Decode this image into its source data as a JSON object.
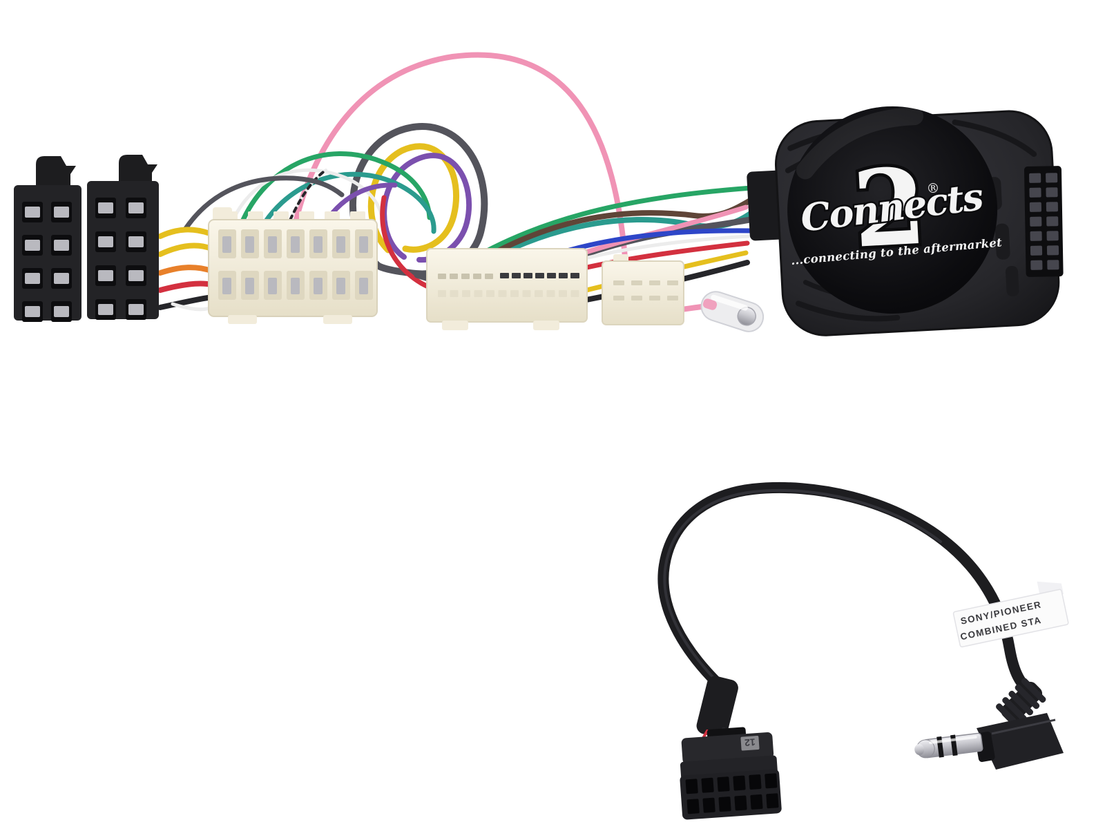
{
  "colors": {
    "background": "#ffffff",
    "wire_pink": "#f093b5",
    "wire_red": "#d3303f",
    "wire_orange": "#e8802a",
    "wire_yellow": "#e5bf1e",
    "wire_green": "#27a565",
    "wire_teal": "#2b9b8e",
    "wire_blue": "#2e46c8",
    "wire_purple": "#7b50ae",
    "wire_gray": "#54545c",
    "wire_brown": "#5f4538",
    "wire_white": "#ececec",
    "wire_black": "#26262a",
    "connector_black": "#232326",
    "connector_cream": "#f2ecdb",
    "connector_cream_dark": "#ded7c0",
    "pin_silver": "#b9b9bf",
    "pin_slot": "#0d0d0f",
    "box_black": "#28282c",
    "box_circle": "#0e0e11",
    "logo_white": "#f4f4f4",
    "label_white": "#fbfbfb",
    "label_text": "#3a3a3e",
    "cable_black": "#1d1d20",
    "jack_silver": "#c6c6cb"
  },
  "interface_box": {
    "brand_script": "Connects",
    "brand_number": "2",
    "registered_mark": "®",
    "tagline": "...connecting to the aftermarket"
  },
  "patch_lead": {
    "label_line1": "SONY/PIONEER",
    "label_line2": "COMBINED STA",
    "connector_marking": "12"
  }
}
